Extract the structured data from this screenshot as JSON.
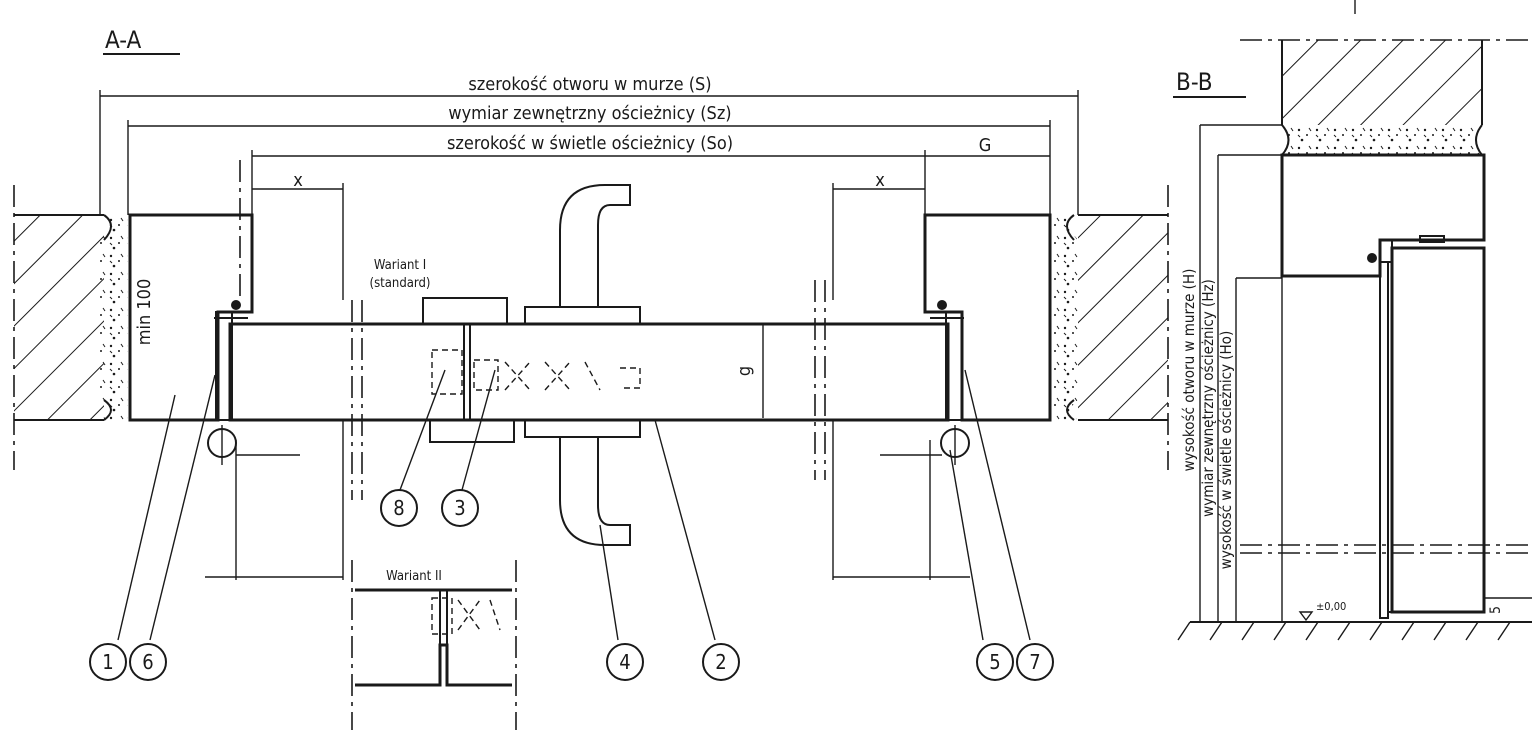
{
  "section_aa": "A-A",
  "section_bb": "B-B",
  "dim_wall_opening": "szerokość otworu w murze (S)",
  "dim_frame_outer": "wymiar zewnętrzny ościeżnicy (Sz)",
  "dim_frame_clear": "szerokość w świetle ościeżnicy (So)",
  "dim_g_upper": "G",
  "dim_x": "x",
  "dim_g_lower": "g",
  "dim_min100": "min 100",
  "variant1_line1": "Wariant I",
  "variant1_line2": "(standard)",
  "variant2": "Wariant II",
  "dim_height_opening": "wysokość otworu w murze (H)",
  "dim_height_outer": "wymiar zewnętrzny ościeżnicy (Hz)",
  "dim_height_clear": "wysokość w świetle ościeżnicy (Ho)",
  "level": "±0,00",
  "dim_5": "5",
  "callouts": [
    "1",
    "6",
    "8",
    "3",
    "4",
    "2",
    "5",
    "7"
  ]
}
